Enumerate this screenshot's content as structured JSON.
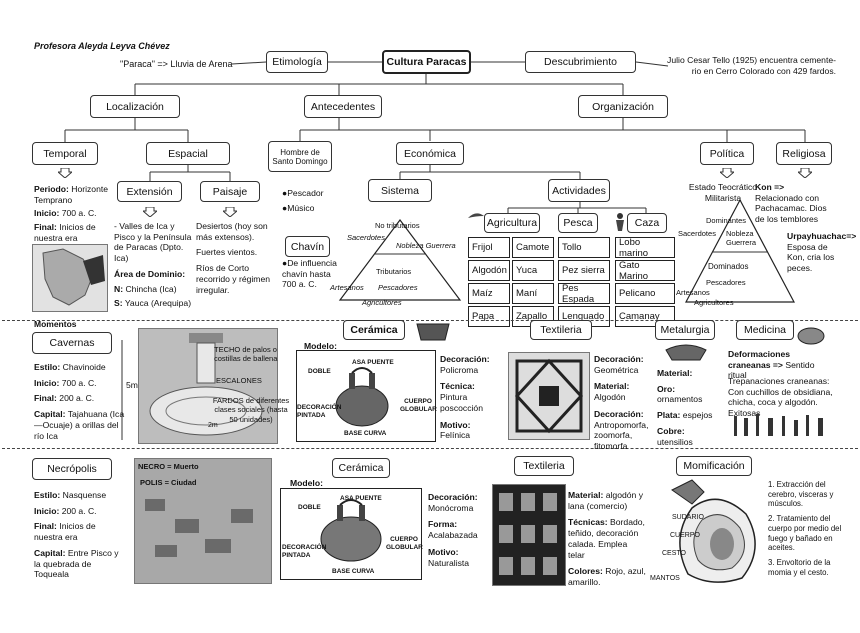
{
  "author": "Profesora Aleyda Leyva Chévez",
  "etymology_note": "\"Paraca\" => Lluvia de Arena",
  "discovery_note": [
    "Julio Cesar Tello (1925) encuentra cemente-",
    "rio en Cerro Colorado con 429 fardos."
  ],
  "nodes": {
    "etimologia": "Etimología",
    "cultura": "Cultura Paracas",
    "descubrimiento": "Descubrimiento",
    "localizacion": "Localización",
    "antecedentes": "Antecedentes",
    "organizacion": "Organización",
    "temporal": "Temporal",
    "espacial": "Espacial",
    "hombre": [
      "Hombre de",
      "Santo Domingo"
    ],
    "economica": "Económica",
    "politica": "Política",
    "religiosa": "Religiosa",
    "extension": "Extensión",
    "paisaje": "Paisaje",
    "sistema": "Sistema",
    "actividades": "Actividades",
    "chavin": "Chavín",
    "agricultura": "Agricultura",
    "pesca": "Pesca",
    "caza": "Caza"
  },
  "temporal": {
    "periodo_l": "Periodo:",
    "periodo_v": " Horizonte Temprano",
    "inicio_l": "Inicio:",
    "inicio_v": " 700 a. C.",
    "final_l": "Final:",
    "final_v": " Inicios de nuestra era"
  },
  "extension": {
    "text": "- Valles de Ica y Pisco y la Península de Paracas (Dpto. Ica)",
    "area_l": "Área de Dominio:",
    "n_l": "N:",
    "n_v": " Chincha (Ica)",
    "s_l": "S:",
    "s_v": " Yauca (Arequipa)"
  },
  "paisaje": {
    "p1": "Desiertos (hoy son más extensos).",
    "p2": "Fuertes vientos.",
    "p3": "Ríos de Corto recorrido y régimen irregular."
  },
  "antecedentes_items": [
    "●Pescador",
    "●Músico"
  ],
  "chavin_text": "●De influencia chavín hasta 700 a. C.",
  "sistema": {
    "no_tributarios": "No tributarios",
    "sacerdotes": "Sacerdotes",
    "nobleza": "Nobleza Guerrera",
    "tributarios": "Tributarios",
    "artesanos": "Artesanos",
    "pescadores": "Pescadores",
    "agricultores": "Agricultores"
  },
  "agricultura_items": [
    [
      "Frijol",
      "Camote"
    ],
    [
      "Algodón",
      "Yuca"
    ],
    [
      "Maíz",
      "Maní"
    ],
    [
      "Papa",
      "Zapallo"
    ]
  ],
  "pesca_items": [
    "Tollo",
    "Pez sierra",
    "Pes Espada",
    "Lenguado"
  ],
  "caza_items": [
    "Lobo marino",
    "Gato Marino",
    "Pelicano",
    "Camanay"
  ],
  "politica": {
    "estado": "Estado Teocrático Militarista",
    "dominantes": "Dominantes",
    "sacerdotes": "Sacerdotes",
    "nobleza": "Nobleza Guerrera",
    "dominados": "Dominados",
    "pescadores": "Pescadores",
    "artesanos": "Artesanos",
    "agricultores": "Agricultores"
  },
  "religiosa": {
    "kon_l": "Kon =>",
    "kon_v": " Relacionado con Pachacamac. Dios de los temblores",
    "urpa_l": "Urpayhuachac=>",
    "urpa_v": " Esposa de Kon, cria los peces."
  },
  "momentos_label": "Momentos",
  "cavernas": {
    "title": "Cavernas",
    "estilo_l": "Estilo:",
    "estilo_v": " Chavinoide",
    "inicio_l": "Inicio:",
    "inicio_v": " 700 a. C.",
    "final_l": "Final:",
    "final_v": " 200 a. C.",
    "capital_l": "Capital:",
    "capital_v": " Tajahuana (Ica—Ocuaje) a orillas del río Ica",
    "m5": "5m",
    "m2": "2m",
    "techo": "TECHO de palos o costillas de ballena",
    "escalones": "ESCALONES",
    "fardos": "FARDOS de diferentes clases sociales (hasta 50 unidades)"
  },
  "ceramica1": {
    "title": "Cerámica",
    "modelo": "Modelo:",
    "asa": "ASA PUENTE",
    "doble": "DOBLE",
    "decoracion": "DECORACIÓN PINTADA",
    "cuerpo": "CUERPO GLOBULAR",
    "base": "BASE CURVA",
    "dec_l": "Decoración:",
    "dec_v": " Policroma",
    "tec_l": "Técnica:",
    "tec_v": " Pintura poscocción",
    "mot_l": "Motivo:",
    "mot_v": " Felínica"
  },
  "textileria1": {
    "title": "Textileria",
    "dec_l": "Decoración:",
    "dec_v": " Geométrica",
    "mat_l": "Material:",
    "mat_v": " Algodón",
    "dec2_l": "Decoración:",
    "dec2_v": " Antropomorfa, zoomorfa, fitomorfa"
  },
  "metalurgia": {
    "title": "Metalurgia",
    "mat_l": "Material:",
    "oro_l": "Oro:",
    "oro_v": " ornamentos",
    "plata_l": "Plata:",
    "plata_v": " espejos",
    "cobre_l": "Cobre:",
    "cobre_v": " utensilios"
  },
  "medicina": {
    "title": "Medicina",
    "def_l": "Deformaciones craneanas =>",
    "def_v": " Sentido ritual",
    "trep": "Trepanaciones craneanas: Con cuchillos de obsidiana, chicha, coca y algodón. Exitosas"
  },
  "necropolis": {
    "title": "Necrópolis",
    "estilo_l": "Estilo:",
    "estilo_v": " Nasquense",
    "inicio_l": "Inicio:",
    "inicio_v": " 200 a. C.",
    "final_l": "Final:",
    "final_v": " Inicios de nuestra era",
    "capital_l": "Capital:",
    "capital_v": " Entre Pisco y la quebrada de Toqueala",
    "necro": "NECRO = Muerto",
    "polis": "POLIS = Ciudad"
  },
  "ceramica2": {
    "title": "Cerámica",
    "modelo": "Modelo:",
    "asa": "ASA PUENTE",
    "doble": "DOBLE",
    "decoracion": "DECORACIÓN PINTADA",
    "cuerpo": "CUERPO GLOBULAR",
    "base": "BASE CURVA",
    "dec_l": "Decoración:",
    "dec_v": " Monócroma",
    "forma_l": "Forma:",
    "forma_v": " Acalabazada",
    "mot_l": "Motivo:",
    "mot_v": " Naturalista"
  },
  "textileria2": {
    "title": "Textileria",
    "mat_l": "Material:",
    "mat_v": " algodón y lana (comercio)",
    "tec_l": "Técnicas:",
    "tec_v": " Bordado, teñido, decoración calada. Emplea telar",
    "col_l": "Colores:",
    "col_v": " Rojo, azul, amarillo."
  },
  "momificacion": {
    "title": "Momificación",
    "sudario": "SUDARIO",
    "cuerpo": "CUERPO",
    "cesto": "CESTO",
    "mantos": "MANTOS",
    "steps": [
      "1. Extracción del cerebro, visceras y músculos.",
      "2. Tratamiento del cuerpo por medio del fuego y bañado en aceites.",
      "3. Envoltorio de la momia y el cesto."
    ]
  }
}
